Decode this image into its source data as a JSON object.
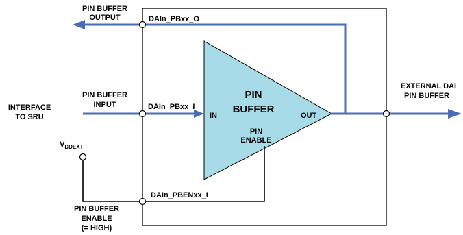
{
  "labels": {
    "pb_output_1": "PIN BUFFER",
    "pb_output_2": "OUTPUT",
    "pb_input_1": "PIN BUFFER",
    "pb_input_2": "INPUT",
    "interface_1": "INTERFACE",
    "interface_2": "TO SRU",
    "vddext_main": "V",
    "vddext_sub": "DDEXT",
    "pb_enable_1": "PIN BUFFER",
    "pb_enable_2": "ENABLE",
    "pb_enable_3": "(= HIGH)",
    "external_1": "EXTERNAL DAI",
    "external_2": "PIN BUFFER",
    "signal_out": "DAIn_PBxx_O",
    "signal_in": "DAIn_PBxx_I",
    "signal_en": "DAIn_PBENxx_I",
    "buffer_title_1": "PIN",
    "buffer_title_2": "BUFFER",
    "in_label": "IN",
    "out_label": "OUT",
    "enable_1": "PIN",
    "enable_2": "ENABLE"
  },
  "colors": {
    "wire_blue": "#4a6eb5",
    "buffer_fill": "#a7dbe8",
    "outline": "#000000"
  }
}
